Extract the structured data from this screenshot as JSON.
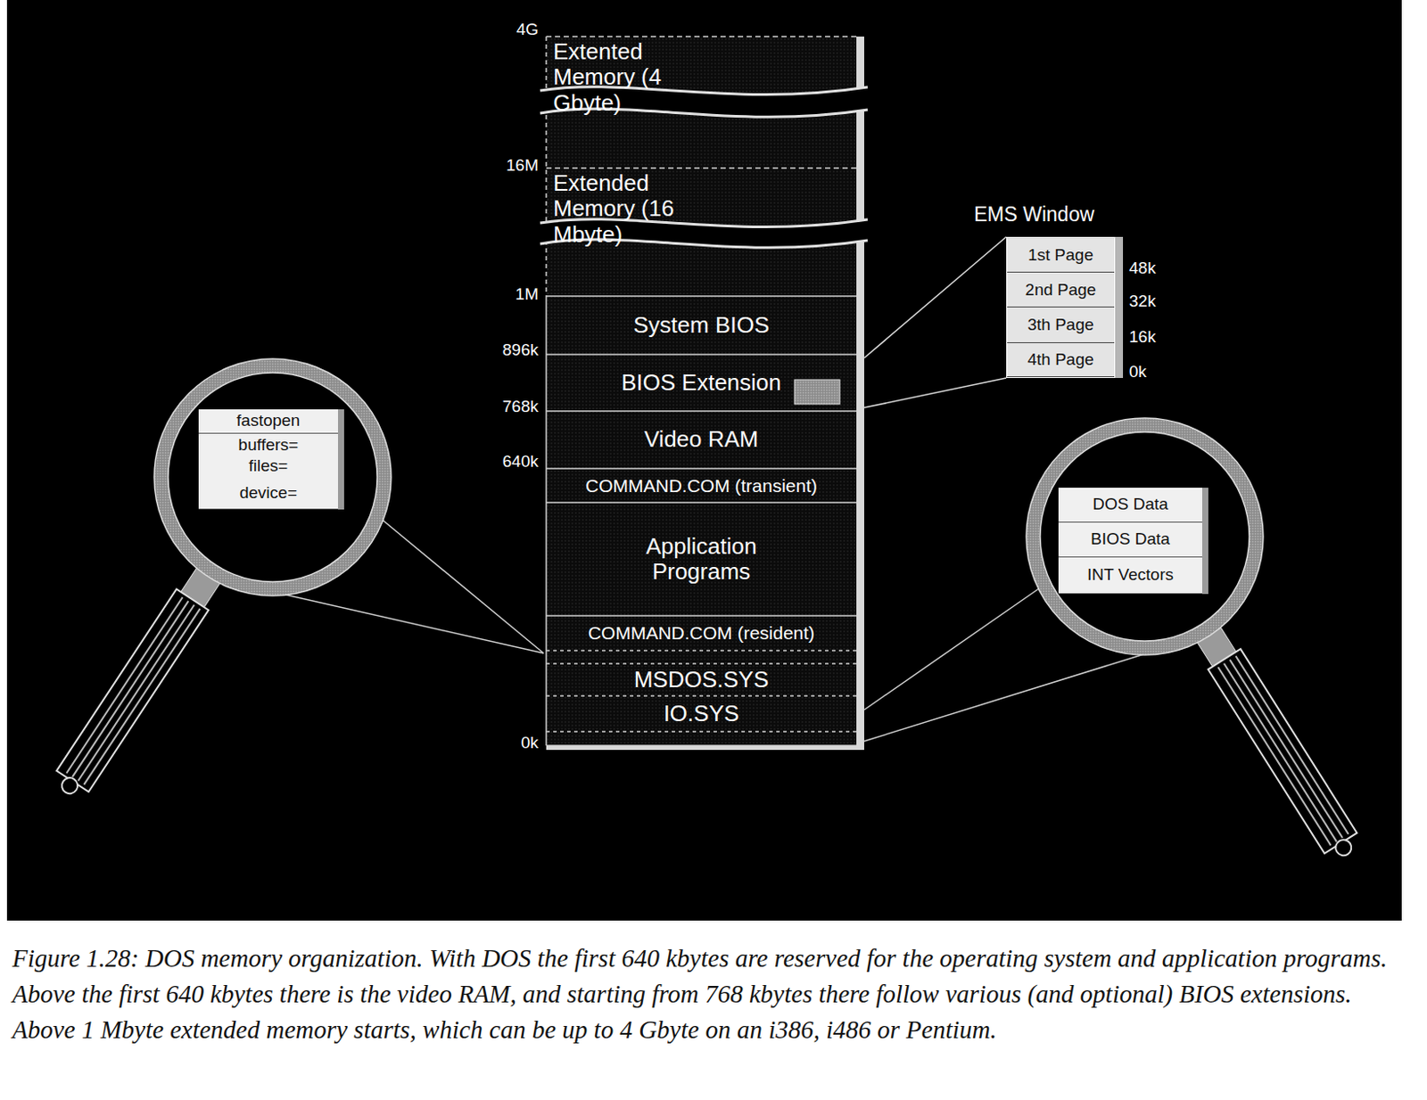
{
  "diagram": {
    "caption": "Figure 1.28: DOS memory organization. With DOS the first 640 kbytes are reserved for the operating system and application programs. Above the first 640 kbytes there is the video RAM, and starting from 768 kbytes there follow various (and optional) BIOS extensions. Above 1 Mbyte extended memory starts, which can be up to 4 Gbyte on an i386, i486 or Pentium.",
    "nodes": [
      {
        "text": [
          "Extented Memory (4 Gbyte)"
        ]
      },
      {
        "text": [
          "Extended Memory (16 Mbyte)"
        ]
      },
      {
        "text": [
          "System BIOS"
        ]
      },
      {
        "text": [
          "BIOS Extension"
        ]
      },
      {
        "text": [
          "Video RAM"
        ]
      },
      {
        "text": [
          "COMMAND.COM (transient)"
        ]
      },
      {
        "text": [
          "Application Programs"
        ]
      },
      {
        "text": [
          "COMMAND.COM (resident)"
        ]
      },
      {
        "text": [
          "MSDOS.SYS"
        ]
      },
      {
        "text": [
          "IO.SYS"
        ]
      },
      {
        "text": [
          "EMS Window"
        ]
      },
      {
        "text": [
          "1st Page"
        ],
        "in": 10
      },
      {
        "text": [
          "2nd Page"
        ],
        "in": 10
      },
      {
        "text": [
          "3th Page"
        ],
        "in": 10
      },
      {
        "text": [
          "4th Page"
        ],
        "in": 10
      },
      {
        "text": [
          "fastopen"
        ]
      },
      {
        "text": [
          "buffers="
        ]
      },
      {
        "text": [
          "files="
        ]
      },
      {
        "text": [
          "device="
        ]
      },
      {
        "text": [
          "DOS Data"
        ]
      },
      {
        "text": [
          "BIOS Data"
        ]
      },
      {
        "text": [
          "INT Vectors"
        ]
      }
    ],
    "edges": [
      {
        "from": 3,
        "to": 10,
        "arrow": "none"
      }
    ],
    "labels": [
      "4G",
      "16M",
      "1M",
      "896k",
      "768k",
      "640k",
      "0k",
      "48k",
      "32k",
      "16k",
      "0k"
    ]
  }
}
